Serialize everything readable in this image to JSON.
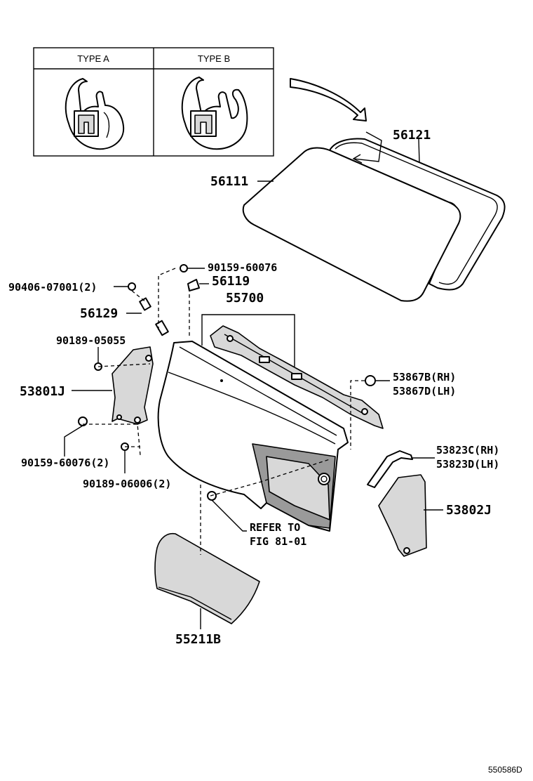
{
  "type_table": {
    "type_a": "TYPE A",
    "type_b": "TYPE B"
  },
  "labels": {
    "p56121": "56121",
    "p56111": "56111",
    "p90159_60076_top": "90159-60076",
    "p90406_07001": "90406-07001(2)",
    "p56119": "56119",
    "p56129": "56129",
    "p55700": "55700",
    "p90189_05055": "90189-05055",
    "p53867b": "53867B(RH)",
    "p53867d": "53867D(LH)",
    "p53801j": "53801J",
    "p53823c": "53823C(RH)",
    "p53823d": "53823D(LH)",
    "p90159_60076_2": "90159-60076(2)",
    "p90189_06006": "90189-06006(2)",
    "p53802j": "53802J",
    "refer_to": "REFER TO",
    "fig": "FIG 81-01",
    "p55211b": "55211B"
  },
  "figure_id": "550586D"
}
